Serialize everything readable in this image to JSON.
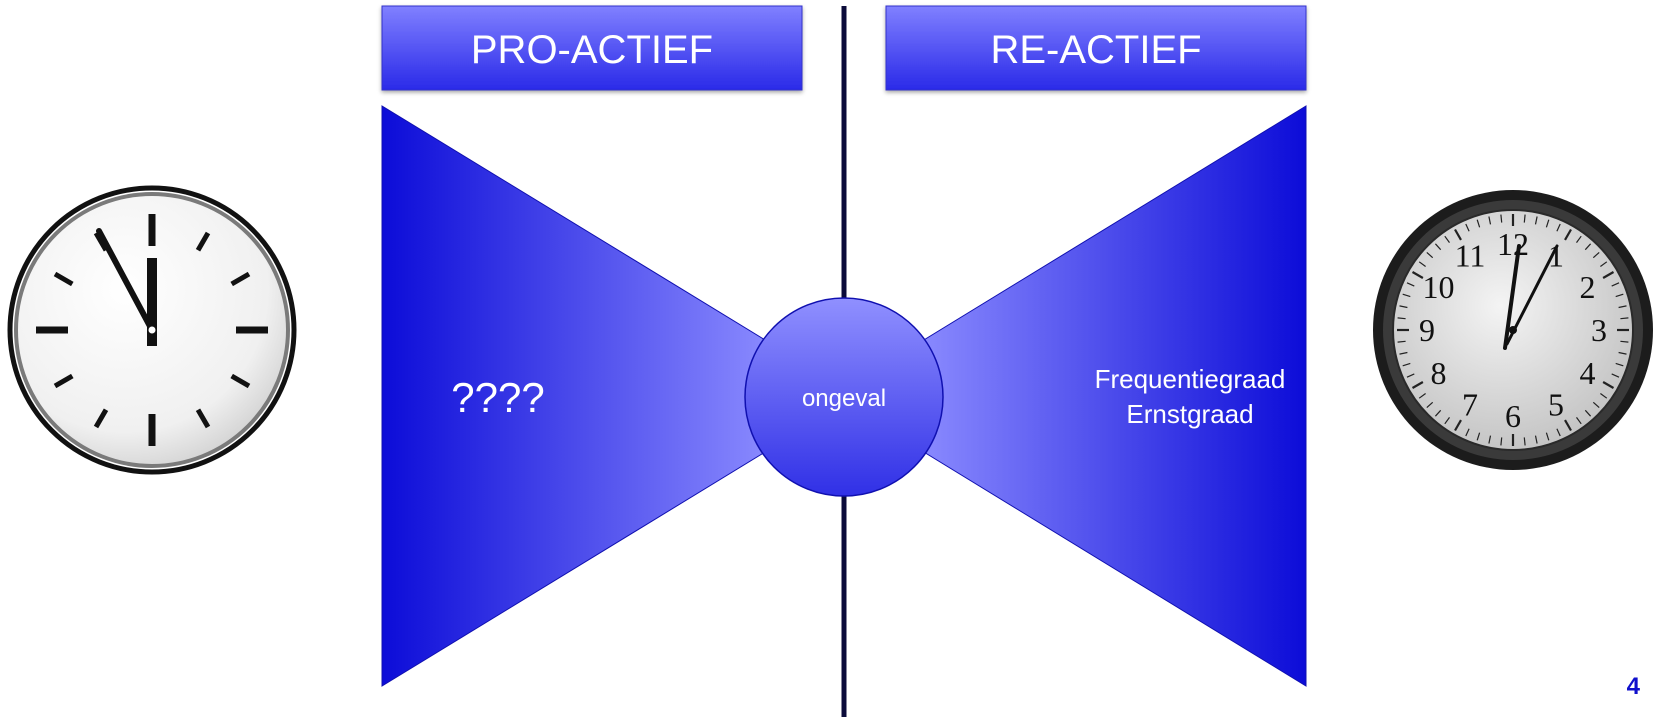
{
  "header": {
    "left_label": "PRO-ACTIEF",
    "right_label": "RE-ACTIEF"
  },
  "bowtie": {
    "left_text": "????",
    "center_text": "ongeval",
    "right_lines": [
      "Frequentiegraad",
      "Ernstgraad"
    ]
  },
  "left_clock": {
    "numerals": []
  },
  "right_clock": {
    "numerals": [
      "12",
      "1",
      "2",
      "3",
      "4",
      "5",
      "6",
      "7",
      "8",
      "9",
      "10",
      "11"
    ]
  },
  "page_number": "4",
  "colors": {
    "accent_blue": "#1010dd",
    "light_blue": "#8c8cff",
    "divider": "#0b0b3a"
  }
}
